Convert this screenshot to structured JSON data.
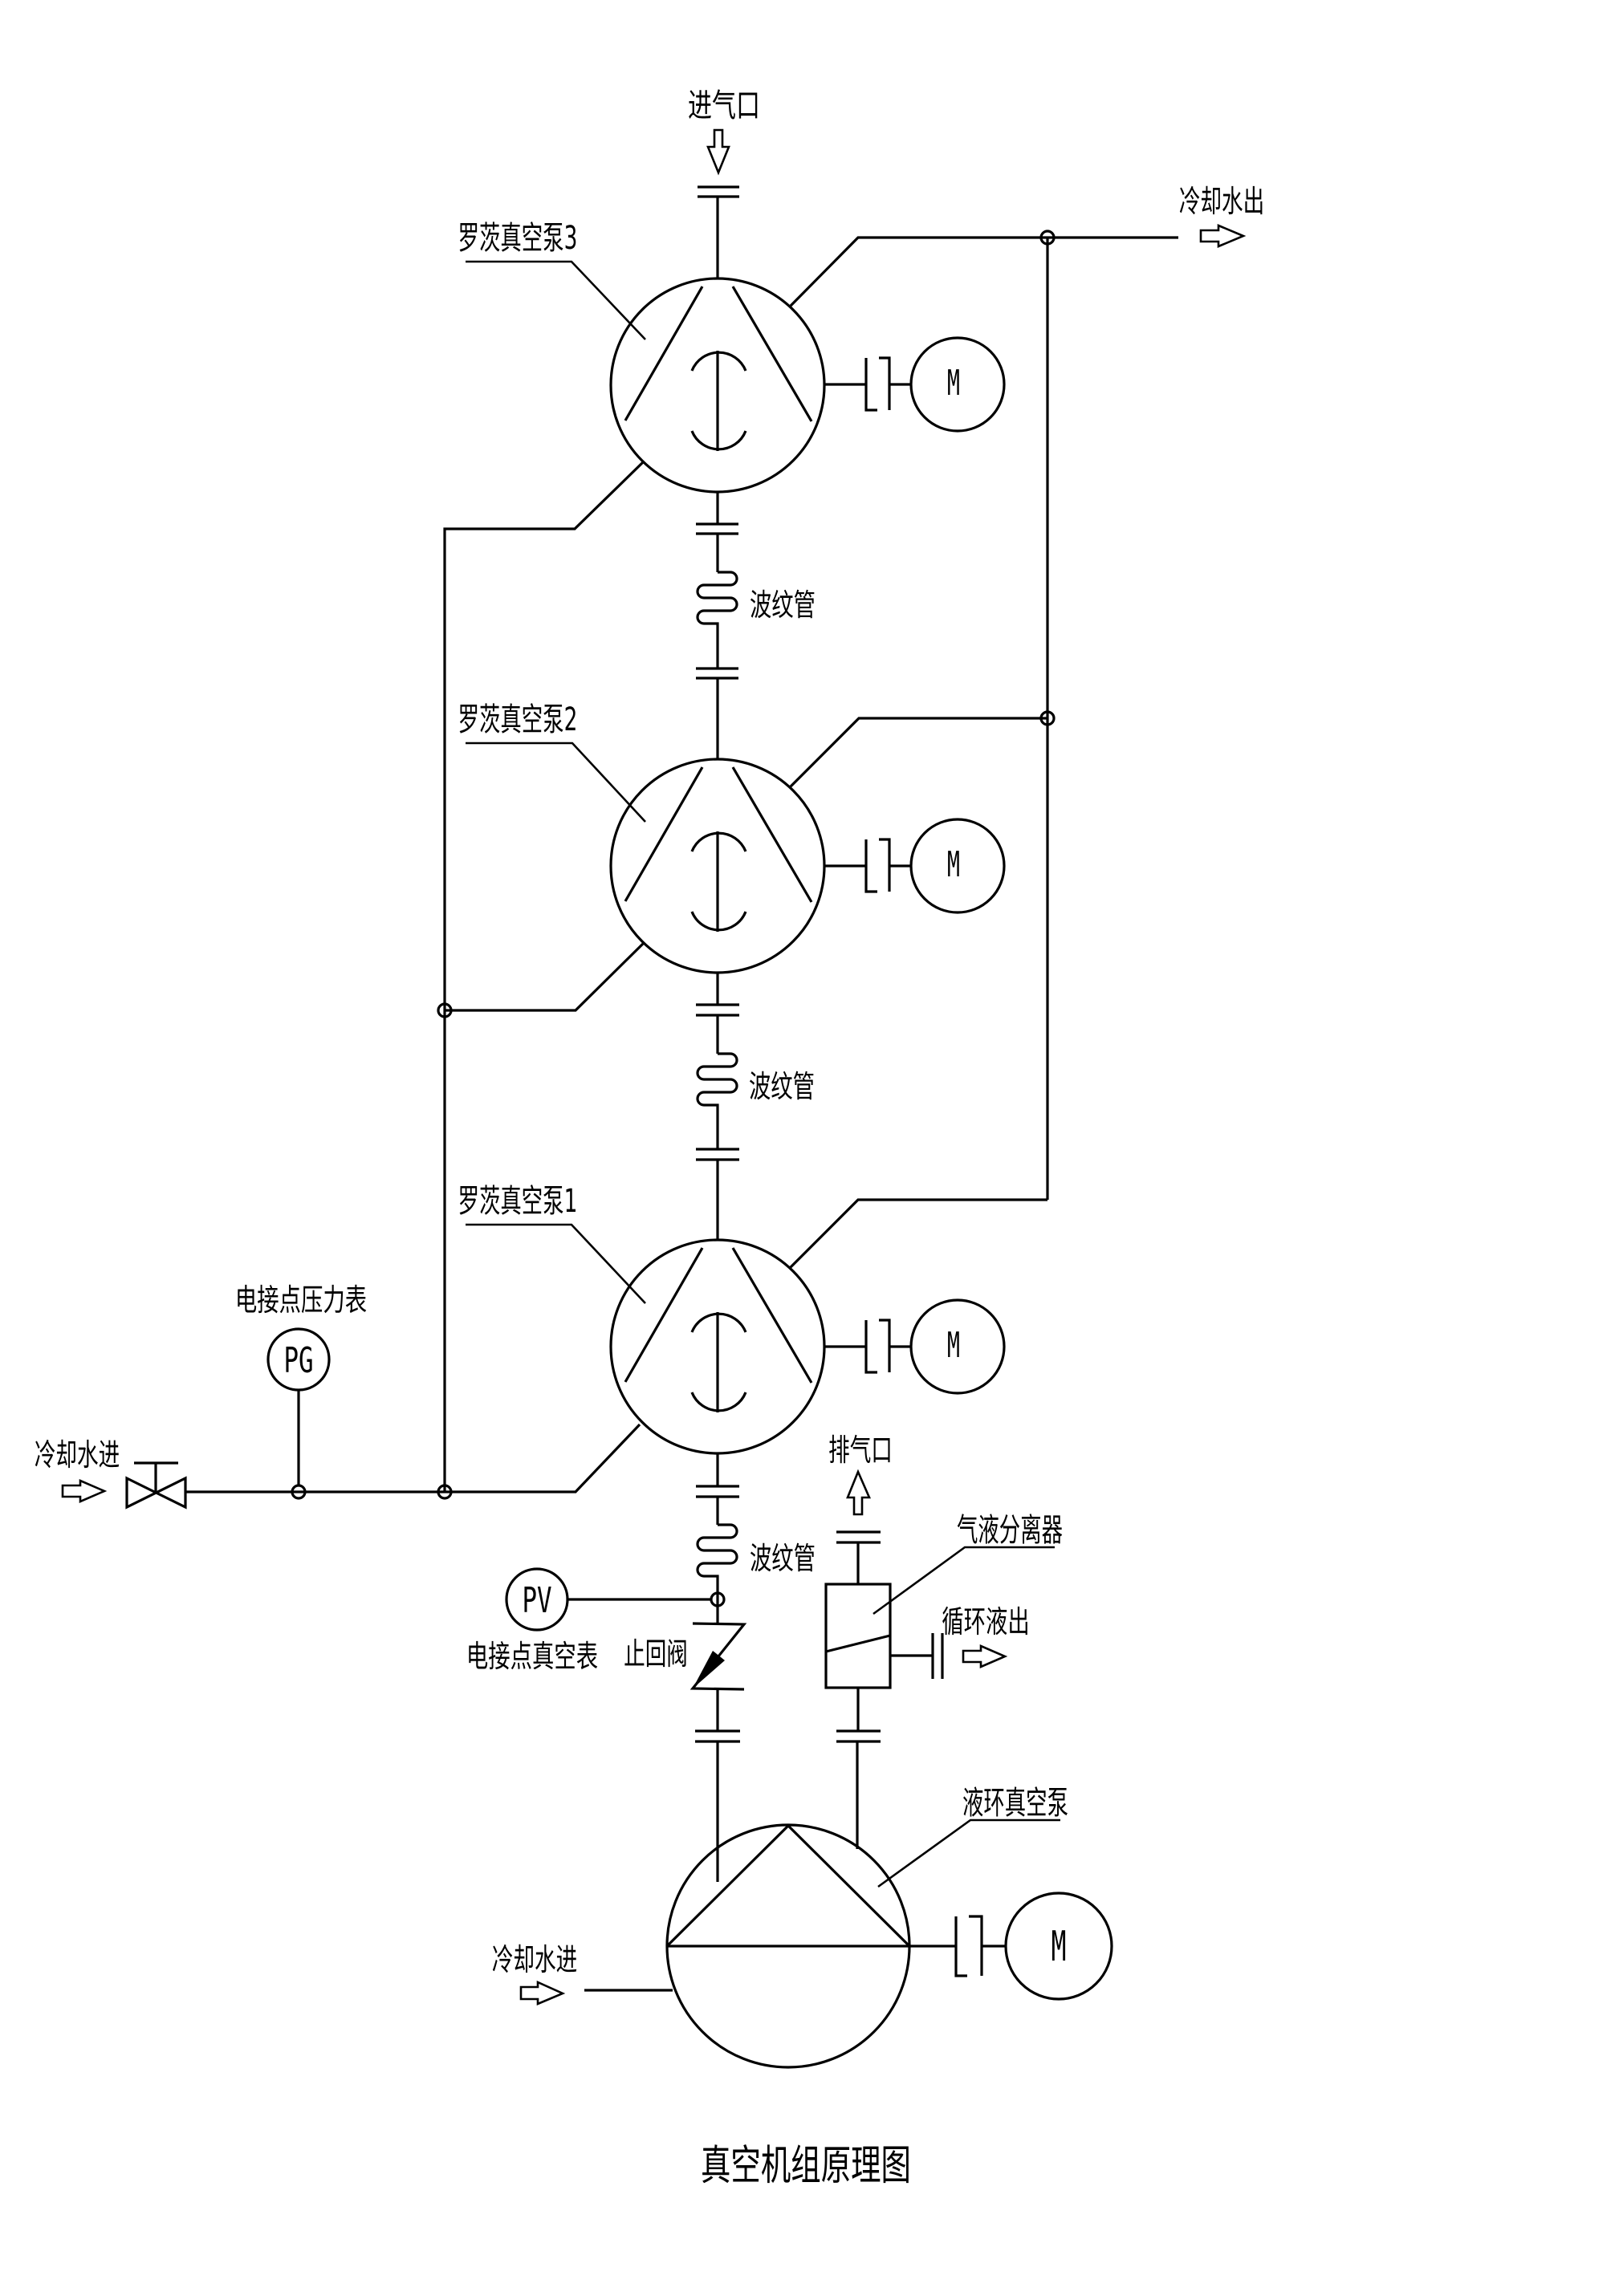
{
  "title": "真空机组原理图",
  "labels": {
    "inlet": "进气口",
    "cooling_water_out": "冷却水出",
    "roots_pump_3": "罗茨真空泵3",
    "roots_pump_2": "罗茨真空泵2",
    "roots_pump_1": "罗茨真空泵1",
    "bellows_1": "波纹管",
    "bellows_2": "波纹管",
    "bellows_3": "波纹管",
    "pressure_gauge": "电接点压力表",
    "cooling_water_in_1": "冷却水进",
    "cooling_water_in_2": "冷却水进",
    "vacuum_gauge": "电接点真空表",
    "check_valve": "止回阀",
    "exhaust": "排气口",
    "separator": "气液分离器",
    "recirc_out": "循环液出",
    "liquid_ring_pump": "液环真空泵"
  },
  "symbols": {
    "motor": "M",
    "pressure_gauge_tag": "PG",
    "vacuum_gauge_tag": "PV"
  },
  "colors": {
    "line": "#000000",
    "background": "#ffffff"
  }
}
